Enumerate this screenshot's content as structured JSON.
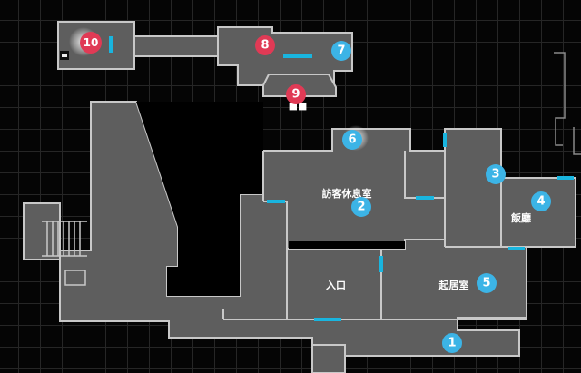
{
  "map": {
    "room_labels": {
      "anti_guest_lounge": "訪客休息室",
      "dining": "飯廳",
      "entrance": "入口",
      "living": "起居室",
      "room9_partial": "■■"
    },
    "markers": {
      "m1": "1",
      "m2": "2",
      "m3": "3",
      "m4": "4",
      "m5": "5",
      "m6": "6",
      "m7": "7",
      "m8": "8",
      "m9": "9",
      "m10": "10"
    },
    "colors": {
      "room_fill": "#5e5e5e",
      "wall": "#c8c8c8",
      "door": "#19b5df",
      "marker_blue": "#3cb4e6",
      "marker_red": "#e03a55",
      "background": "#050505"
    },
    "icons": [
      "chest-icon",
      "glow-icon"
    ]
  }
}
